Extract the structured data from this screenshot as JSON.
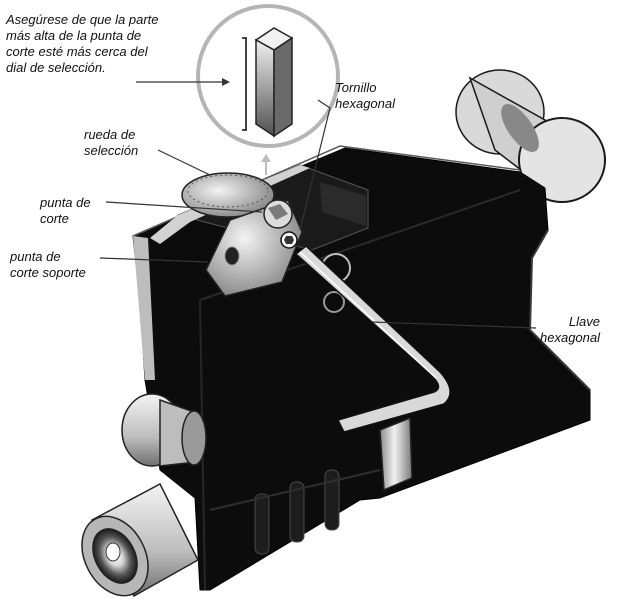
{
  "labels": {
    "callout": "Asegúrese de que la parte\nmás alta de la punta de\ncorte esté más cerca del\ndial de selección.",
    "rueda": "rueda de\nselección",
    "punta": "punta de\ncorte",
    "soporte": "punta de\ncorte soporte",
    "tornillo": "Tornillo\nhexagonal",
    "llave": "Llave\nhexagonal"
  },
  "colors": {
    "body": "#0c0c0c",
    "silver": "#c9c9c9",
    "leader": "#333333"
  }
}
